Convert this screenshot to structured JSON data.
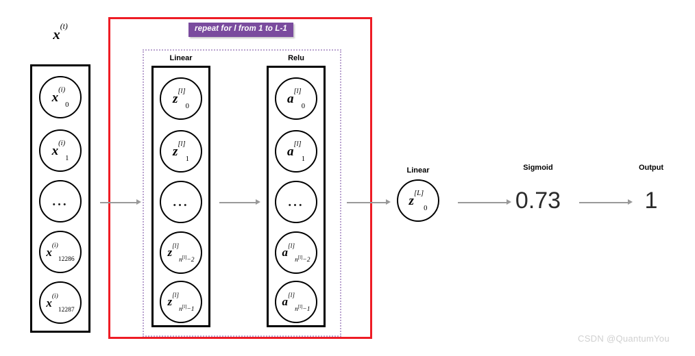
{
  "diagram": {
    "title_input": "x(t)",
    "watermark": "CSDN @QuantumYou",
    "repeat_badge": "repeat for l from 1 to L-1",
    "colors": {
      "repeat_frame": "#ee1c25",
      "badge_bg": "#7a4b9e",
      "dotted_frame": "#b9a2cf",
      "node_stroke": "#000000",
      "arrow": "#999999",
      "watermark": "#d0d0d0"
    },
    "columns": {
      "input": {
        "heading": "",
        "nodes": [
          {
            "base": "x",
            "sup": "(i)",
            "sub": "0",
            "type": "math"
          },
          {
            "base": "x",
            "sup": "(i)",
            "sub": "1",
            "type": "math"
          },
          {
            "base": "",
            "sup": "",
            "sub": "",
            "type": "ellipsis",
            "text": "..."
          },
          {
            "base": "x",
            "sup": "(i)",
            "sub": "12286",
            "type": "math"
          },
          {
            "base": "x",
            "sup": "(i)",
            "sub": "12287",
            "type": "math"
          }
        ]
      },
      "linear": {
        "heading": "Linear",
        "nodes": [
          {
            "base": "z",
            "sup": "[l]",
            "sub": "0",
            "type": "math"
          },
          {
            "base": "z",
            "sup": "[l]",
            "sub": "1",
            "type": "math"
          },
          {
            "base": "",
            "sup": "",
            "sub": "",
            "type": "ellipsis",
            "text": "..."
          },
          {
            "base": "z",
            "sup": "[l]",
            "sub": "n[l]−2",
            "sub_base": "n",
            "sub_sup": "[l]",
            "sub_tail": "−2",
            "type": "math-complex"
          },
          {
            "base": "z",
            "sup": "[l]",
            "sub": "n[l]−1",
            "sub_base": "n",
            "sub_sup": "[l]",
            "sub_tail": "−1",
            "type": "math-complex"
          }
        ]
      },
      "relu": {
        "heading": "Relu",
        "nodes": [
          {
            "base": "a",
            "sup": "[l]",
            "sub": "0",
            "type": "math"
          },
          {
            "base": "a",
            "sup": "[l]",
            "sub": "1",
            "type": "math"
          },
          {
            "base": "",
            "sup": "",
            "sub": "",
            "type": "ellipsis",
            "text": "..."
          },
          {
            "base": "a",
            "sup": "[l]",
            "sub": "n[l]−2",
            "sub_base": "n",
            "sub_sup": "[l]",
            "sub_tail": "−2",
            "type": "math-complex"
          },
          {
            "base": "a",
            "sup": "[l]",
            "sub": "n[l]−1",
            "sub_base": "n",
            "sub_sup": "[l]",
            "sub_tail": "−1",
            "type": "math-complex"
          }
        ]
      },
      "final_linear": {
        "heading": "Linear",
        "node": {
          "base": "z",
          "sup": "[L]",
          "sub": "0",
          "type": "math"
        }
      },
      "sigmoid": {
        "heading": "Sigmoid",
        "value": "0.73"
      },
      "output": {
        "heading": "Output",
        "value": "1"
      }
    },
    "arrows": [
      {
        "name": "input-to-repeat"
      },
      {
        "name": "linear-to-relu"
      },
      {
        "name": "repeat-to-final-linear"
      },
      {
        "name": "final-linear-to-sigmoid"
      },
      {
        "name": "sigmoid-to-output"
      }
    ]
  }
}
